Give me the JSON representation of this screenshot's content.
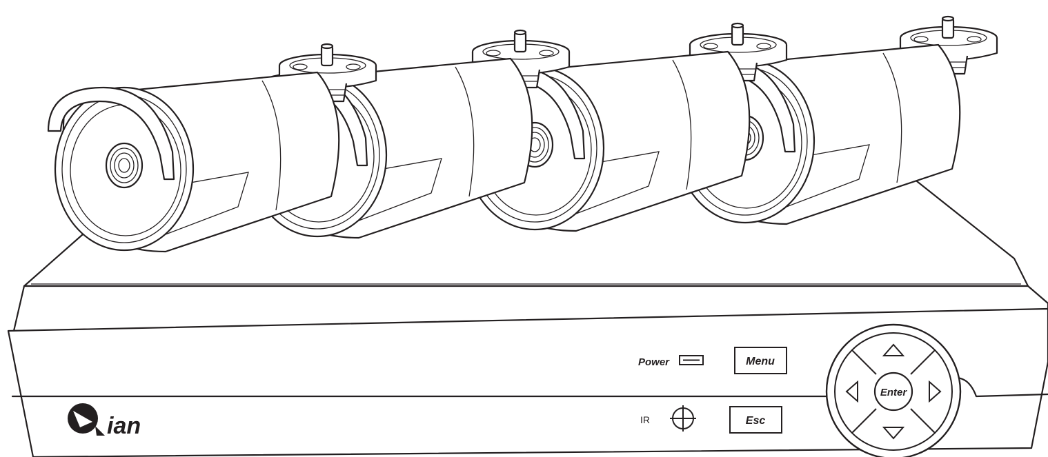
{
  "device": {
    "brand": "ian",
    "power_label": "Power",
    "ir_label": "IR",
    "menu_label": "Menu",
    "esc_label": "Esc",
    "enter_label": "Enter",
    "camera_count": 4,
    "line_color": "#231f20",
    "background": "#ffffff"
  }
}
